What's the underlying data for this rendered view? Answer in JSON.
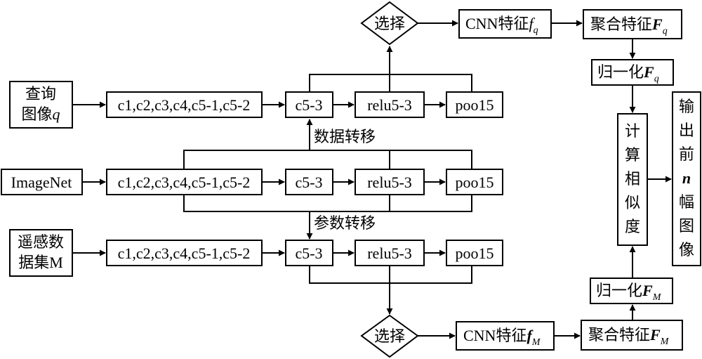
{
  "inputs": {
    "query": {
      "line1": "查询",
      "line2": "图像",
      "var": "q"
    },
    "imagenet": "ImageNet",
    "remote": {
      "line1": "遥感数",
      "line2": "据集M"
    }
  },
  "layers": {
    "conv_group": "c1,c2,c3,c4,c5-1,c5-2",
    "conv53": "c5-3",
    "relu": "relu5-3",
    "pool": "poo15"
  },
  "transfer": {
    "data": "数据转移",
    "param": "参数转移"
  },
  "top_branch": {
    "select": "选择",
    "cnn_feature": {
      "text": "CNN特征",
      "var": "f",
      "sub": "q"
    },
    "aggregate": {
      "text": "聚合特征",
      "var": "F",
      "sub": "q"
    },
    "normalize": {
      "text": "归一化",
      "var": "F",
      "sub": "q"
    }
  },
  "bottom_branch": {
    "select": "选择",
    "cnn_feature": {
      "text": "CNN特征",
      "var": "f",
      "sub": "M"
    },
    "aggregate": {
      "text": "聚合特征",
      "var": "F",
      "sub": "M"
    },
    "normalize": {
      "text": "归一化",
      "var": "F",
      "sub": "M"
    }
  },
  "similarity": [
    "计",
    "算",
    "相",
    "似",
    "度"
  ],
  "output": [
    "输",
    "出",
    "前",
    "n",
    "幅",
    "图",
    "像"
  ]
}
